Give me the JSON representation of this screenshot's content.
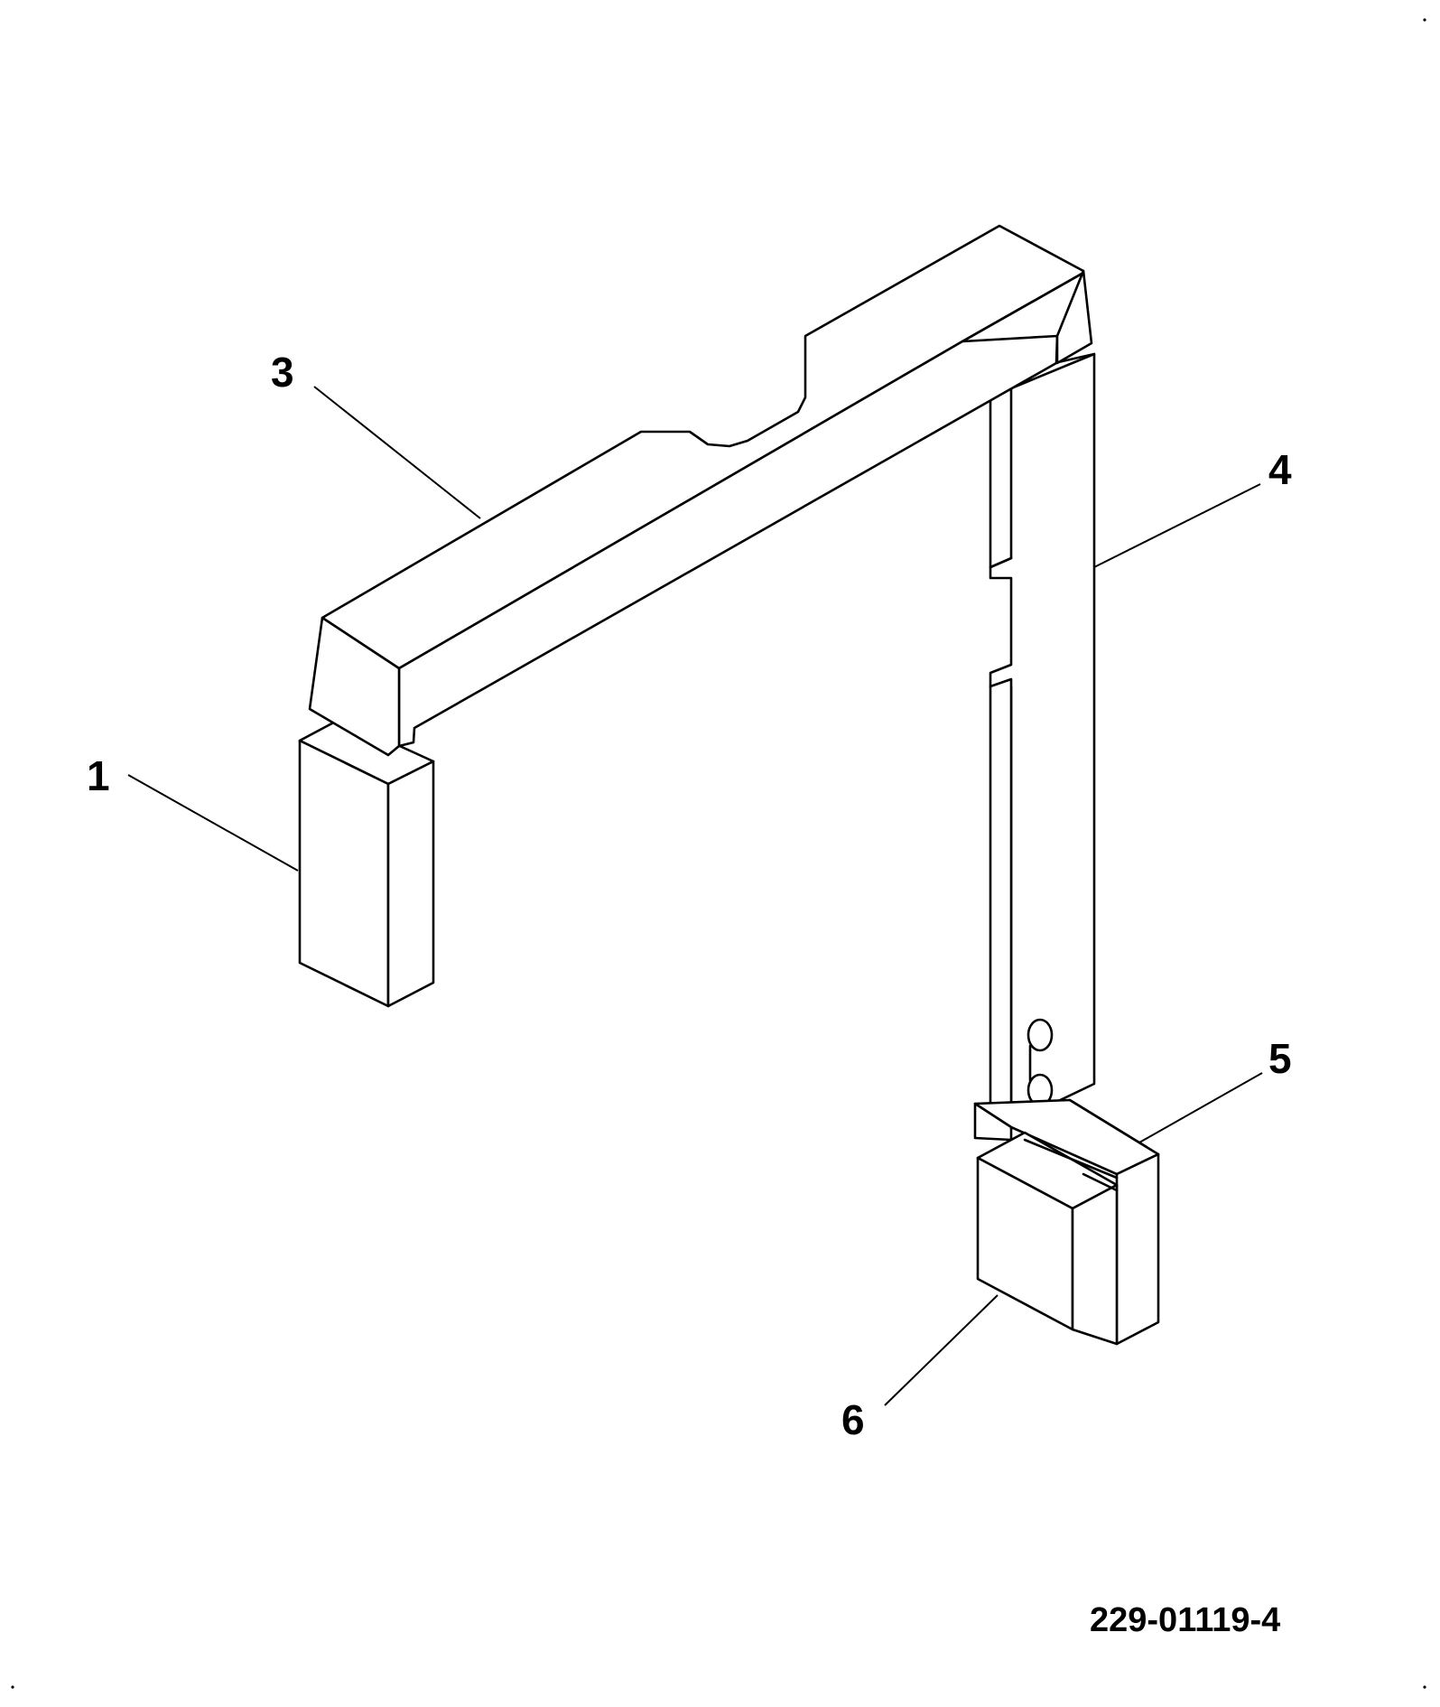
{
  "callouts": [
    {
      "id": "1",
      "label": "1"
    },
    {
      "id": "3",
      "label": "3"
    },
    {
      "id": "4",
      "label": "4"
    },
    {
      "id": "5",
      "label": "5"
    },
    {
      "id": "6",
      "label": "6"
    }
  ],
  "drawing_number": "229-01119-4",
  "colors": {
    "line": "#000000",
    "background": "#ffffff"
  }
}
